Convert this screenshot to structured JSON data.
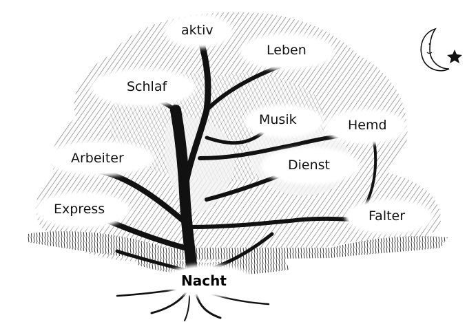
{
  "diagram": {
    "root": {
      "label": "Nacht"
    },
    "branches": [
      {
        "id": "aktiv",
        "label": "aktiv"
      },
      {
        "id": "leben",
        "label": "Leben"
      },
      {
        "id": "schlaf",
        "label": "Schlaf"
      },
      {
        "id": "musik",
        "label": "Musik"
      },
      {
        "id": "hemd",
        "label": "Hemd"
      },
      {
        "id": "dienst",
        "label": "Dienst"
      },
      {
        "id": "arbeiter",
        "label": "Arbeiter"
      },
      {
        "id": "express",
        "label": "Express"
      },
      {
        "id": "falter",
        "label": "Falter"
      }
    ],
    "decorations": {
      "moon_icon": "crescent-moon-icon",
      "star_icon": "star-icon"
    },
    "colors": {
      "ink": "#111111",
      "foliage": "#cfcfcf",
      "paper": "#ffffff"
    }
  }
}
